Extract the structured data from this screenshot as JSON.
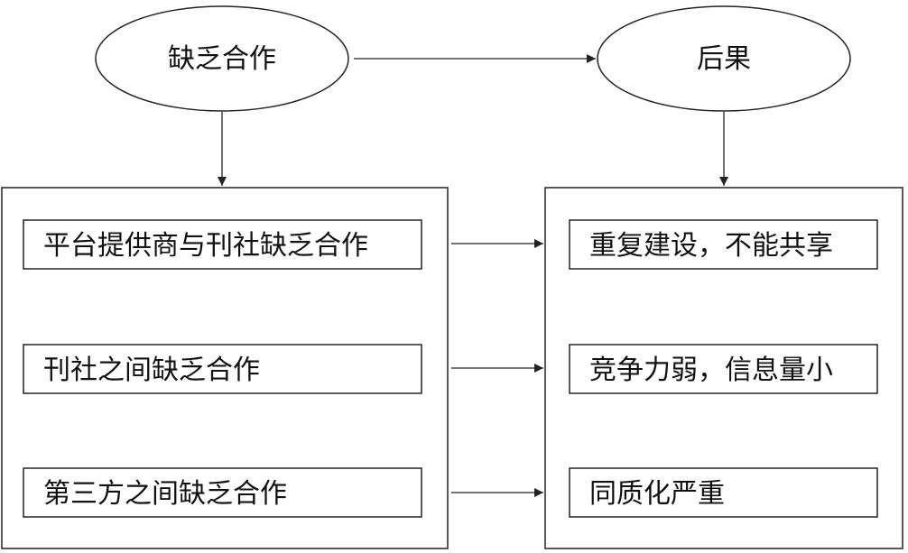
{
  "top": {
    "cause_label": "缺乏合作",
    "effect_label": "后果"
  },
  "causes": [
    "平台提供商与刊社缺乏合作",
    "刊社之间缺乏合作",
    "第三方之间缺乏合作"
  ],
  "effects": [
    "重复建设，不能共享",
    "竞争力弱，信息量小",
    "同质化严重"
  ],
  "colors": {
    "line": "#222222",
    "text": "#111111",
    "background": "#ffffff"
  }
}
